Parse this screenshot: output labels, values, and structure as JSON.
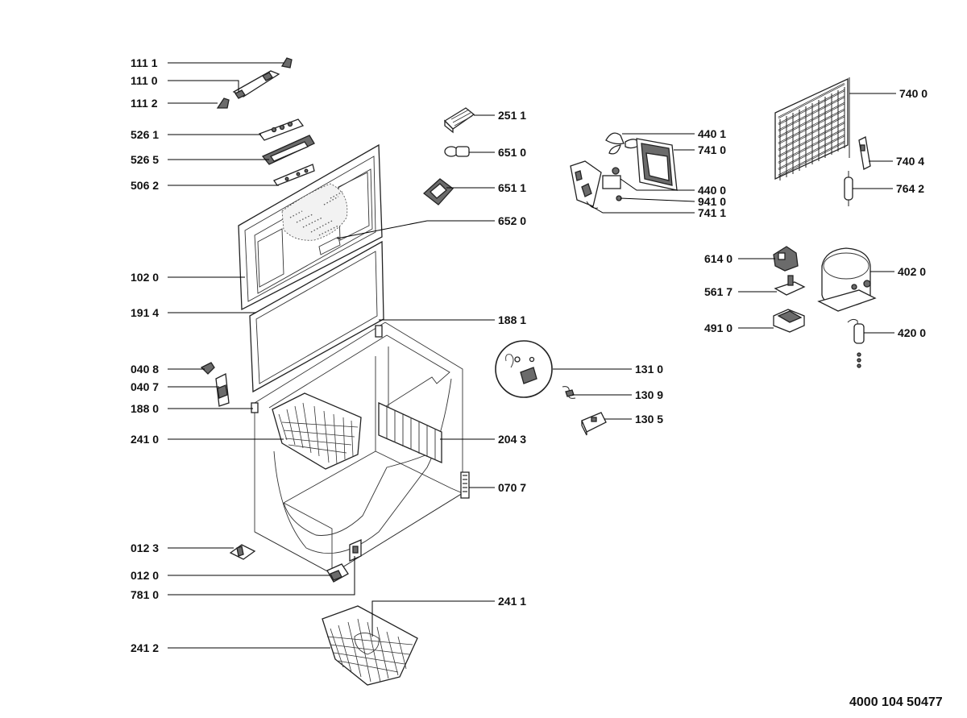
{
  "document_number": "4000 104 50477",
  "part_labels": {
    "p1111": "111 1",
    "p1110": "111 0",
    "p1112": "111 2",
    "p5261": "526 1",
    "p5265": "526 5",
    "p5062": "506 2",
    "p1020": "102 0",
    "p1914": "191 4",
    "p0408": "040 8",
    "p0407": "040 7",
    "p1880": "188 0",
    "p2410": "241 0",
    "p0123": "012 3",
    "p0120": "012 0",
    "p7810": "781 0",
    "p2412": "241 2",
    "p2511": "251 1",
    "p6510": "651 0",
    "p6511": "651 1",
    "p6520": "652 0",
    "p1881": "188 1",
    "p1310": "131 0",
    "p1309": "130 9",
    "p1305": "130 5",
    "p2043": "204 3",
    "p0707": "070 7",
    "p2411": "241 1",
    "p4401": "440 1",
    "p7410": "741 0",
    "p4400": "440 0",
    "p9410": "941 0",
    "p7411": "741 1",
    "p7400": "740 0",
    "p7404": "740 4",
    "p7642": "764 2",
    "p6140": "614 0",
    "p5617": "561 7",
    "p4910": "491 0",
    "p4020": "402 0",
    "p4200": "420 0"
  }
}
